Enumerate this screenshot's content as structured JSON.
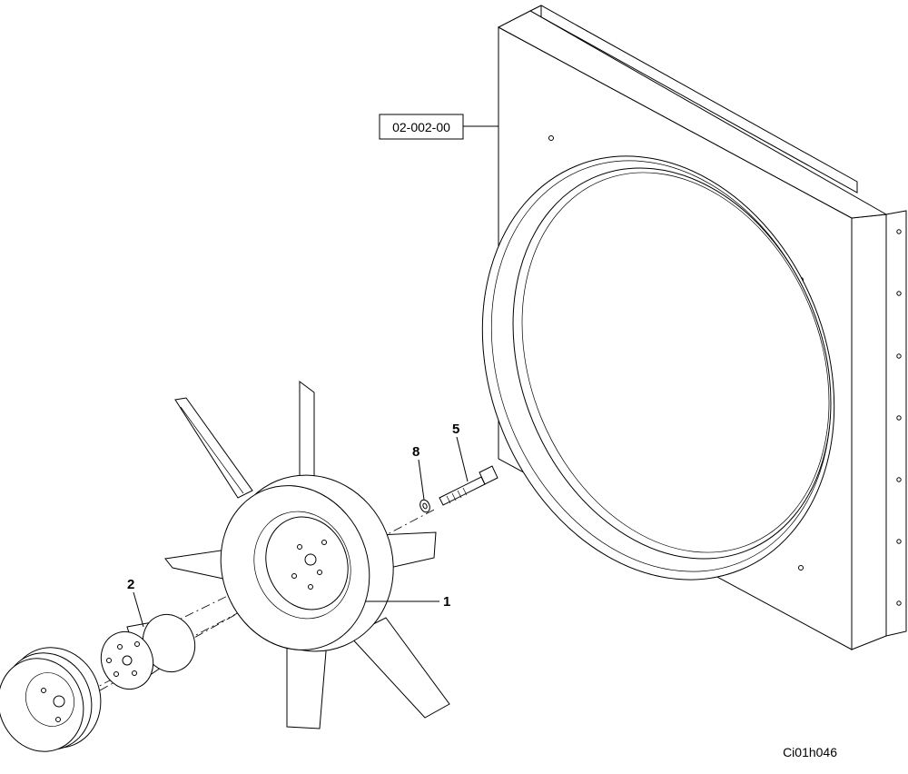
{
  "reference_box": {
    "text": "02-002-00"
  },
  "callouts": [
    {
      "id": "fan",
      "number": "1"
    },
    {
      "id": "spacer",
      "number": "2"
    },
    {
      "id": "bolt",
      "number": "5"
    },
    {
      "id": "washer",
      "number": "8"
    }
  ],
  "drawing_code": "Ci01h046"
}
